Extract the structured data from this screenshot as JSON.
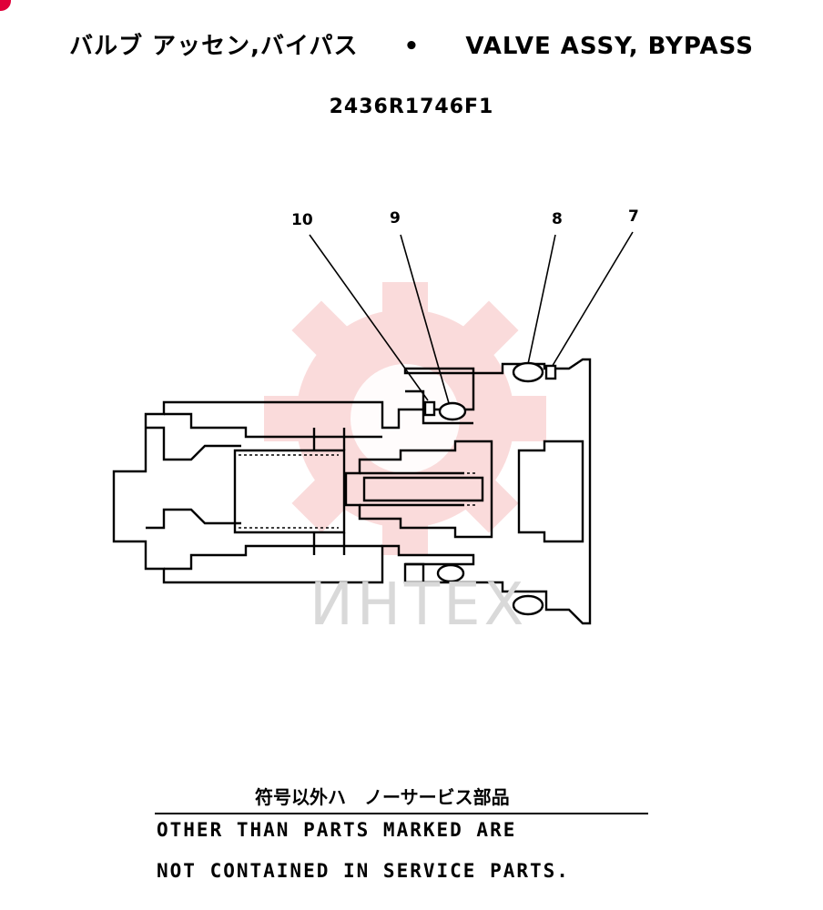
{
  "header": {
    "title_jp": "バルブ アッセン,バイパス",
    "separator": "•",
    "title_en": "VALVE ASSY, BYPASS",
    "part_number": "2436R1746F1"
  },
  "callouts": [
    "10",
    "9",
    "8",
    "7"
  ],
  "watermark": {
    "text": "ИНТЕХ",
    "color": "#f08080"
  },
  "note": {
    "jp": "符号以外ハ　ノーサービス部品",
    "en_line1": "OTHER THAN PARTS MARKED ARE",
    "en_line2": "NOT CONTAINED IN SERVICE PARTS."
  },
  "colors": {
    "accent": "#e0003a"
  }
}
